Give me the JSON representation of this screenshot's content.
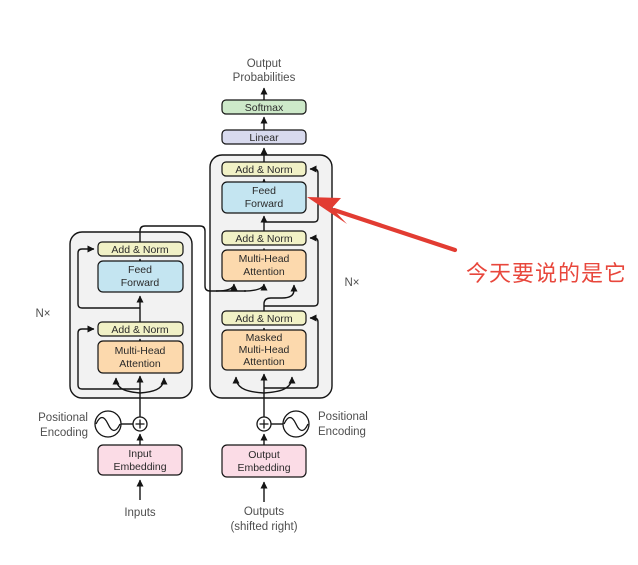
{
  "colors": {
    "add_norm": "#f1f1c6",
    "feed_forward": "#c4e5f1",
    "attention": "#fcd9ad",
    "embedding": "#fbdce6",
    "softmax": "#cde9c9",
    "linear": "#d8daee",
    "container": "#f2f2f2",
    "annotation_red": "#e23c32",
    "annotation_text_red": "#e8473c"
  },
  "top": {
    "output_line1": "Output",
    "output_line2": "Probabilities",
    "softmax": "Softmax",
    "linear": "Linear"
  },
  "blocks": {
    "add_norm": "Add & Norm",
    "feed_1": "Feed",
    "feed_2": "Forward",
    "mha_1": "Multi-Head",
    "mha_2": "Attention",
    "masked_1": "Masked",
    "masked_2": "Multi-Head",
    "masked_3": "Attention",
    "input_emb_1": "Input",
    "input_emb_2": "Embedding",
    "output_emb_1": "Output",
    "output_emb_2": "Embedding"
  },
  "labels": {
    "pos_enc_1": "Positional",
    "pos_enc_2": "Encoding",
    "inputs": "Inputs",
    "outputs_1": "Outputs",
    "outputs_2": "(shifted right)",
    "n_times": "N×"
  },
  "annotation": {
    "text": "今天要说的是它"
  }
}
